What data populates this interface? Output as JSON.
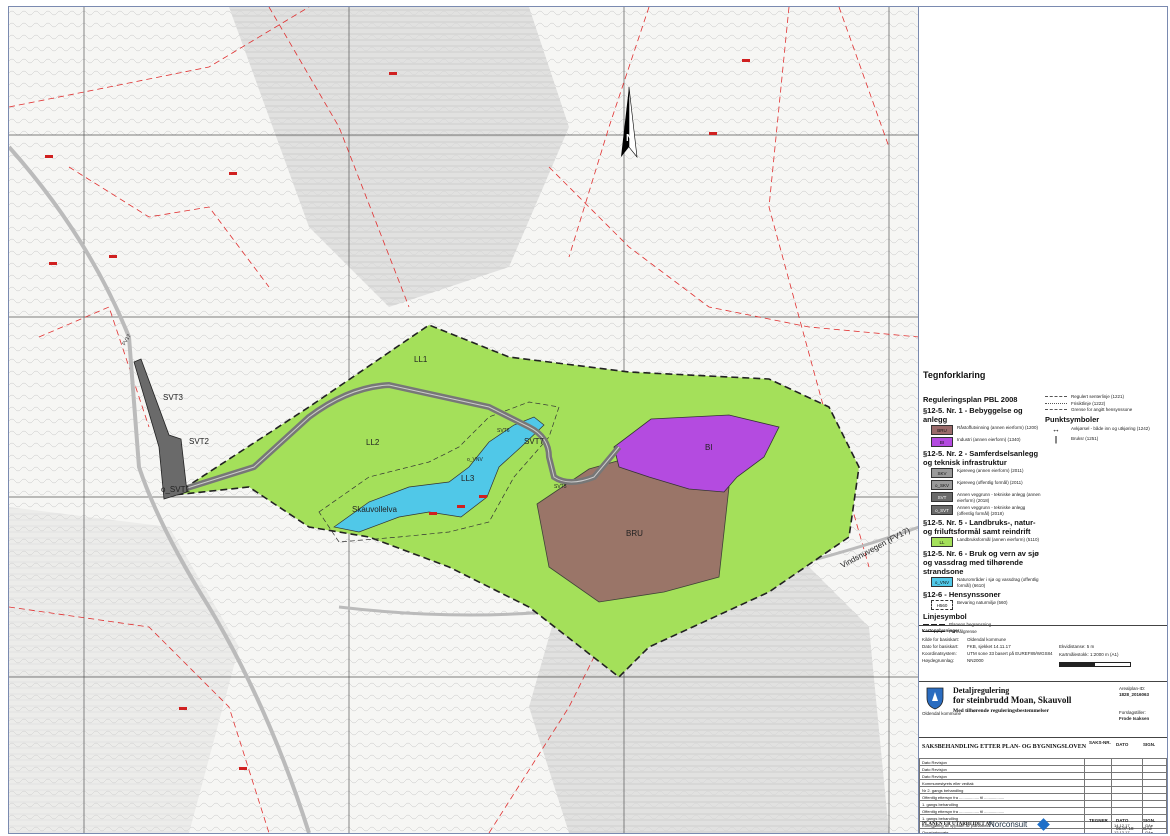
{
  "map": {
    "north_label": "N",
    "zone_labels": {
      "ll1": "LL1",
      "ll2": "LL2",
      "ll3": "LL3",
      "svt3": "SVT3",
      "svt2": "SVT2",
      "o_svt1": "o_SVT1",
      "svt7": "SVT7",
      "svt6": "SVT6",
      "svt5": "SVT5",
      "bi": "BI",
      "bru": "BRU",
      "o_vnv": "o_VNV",
      "river": "Skauvollelva",
      "road": "Vindsnuvegen (FV17)",
      "fv": "FV17"
    },
    "colors": {
      "ll": "#a4e05a",
      "bi": "#b44be0",
      "bru": "#9a6a6a",
      "vnv": "#50c8e8",
      "road": "#808080"
    }
  },
  "legend": {
    "title": "Tegnforklaring",
    "plan_title": "Reguleringsplan PBL 2008",
    "sec1": "§12-5. Nr. 1 - Bebyggelse og anlegg",
    "bru_code": "BRU",
    "bru_text": "Råstoffutvinning (annen eierform) (1200)",
    "bi_code": "BI",
    "bi_text": "Industri (annen eierform) (1340)",
    "sec2": "§12-5. Nr. 2 - Samferdselsanlegg og teknisk infrastruktur",
    "skv_code": "SKV",
    "skv_text": "Kjøreveg (annen eierform) (2011)",
    "oskv_code": "o_SKV",
    "oskv_text": "Kjøreveg (offentlig formål) (2011)",
    "svt_code": "SVT",
    "svt_text": "Annen veggrunn - tekniske anlegg (annen eierform) (2018)",
    "osvt_code": "o_SVT",
    "osvt_text": "Annen veggrunn - tekniske anlegg (offentlig formål) (2018)",
    "sec3": "§12-5. Nr. 5 - Landbruks-, natur- og friluftsformål samt reindrift",
    "ll_code": "LL",
    "ll_text": "Landbruksformål (annen eierform) (5110)",
    "sec4": "§12-5. Nr. 6 - Bruk og vern av sjø og vassdrag med tilhørende strandsone",
    "ovnv_code": "o_VNV",
    "ovnv_text": "Naturområder i sjø og vassdrag (offentlig formål) (6610)",
    "sec5": "§12-6 - Hensynssoner",
    "h560_code": "H560",
    "h560_text": "Bevaring naturmiljø (560)",
    "line_title": "Linjesymbol",
    "line1": "Planens begrensning",
    "line2": "Formålgrense",
    "r1": "Regulert senterlinje (1221)",
    "r2": "Frisiktlinje (1222)",
    "r3": "Grense for angitt hensynssone",
    "point_title": "Punktsymboler",
    "p1": "Avkjørsel - både inn og utkjøring (1242)",
    "p2": "Bruksr (1251)"
  },
  "kart": {
    "title": "Kartopplysninger",
    "k1a": "Kilde for basiskart:",
    "k1b": "Oldendal kommune",
    "k2a": "Dato for basiskart:",
    "k2b": "FKB, sjekket 14.11.17",
    "k3a": "Koordinatsystem:",
    "k3b": "UTM sone 33 basert på EUREF89/WGS84",
    "k4a": "Høydegrunnlag:",
    "k4b": "NN2000",
    "ekv": "Ekvidistanse:   5 m",
    "scale": "Kartmålestokk:  1:2000 m (A1)"
  },
  "title_block": {
    "name1": "Detaljregulering",
    "name2": "for steinbrudd Moan, Skauvoll",
    "sub": "Med tilhørende reguleringsbestemmelser",
    "kommune": "Oldendal kommune",
    "arkiv_label": "Arealplan-ID:",
    "arkiv_val": "1828_2016063",
    "plan_label": "Forslagstiller:",
    "plan_val": "Frode Isaksen"
  },
  "sak": {
    "header": "SAKSBEHANDLING ETTER PLAN- OG BYGNINGSLOVEN",
    "c1": "SAKS-NR.",
    "c2": "DATO",
    "c3": "SIGN.",
    "rows": [
      "Dato  Revisjon",
      "Dato  Revisjon",
      "Dato  Revisjon",
      "Kommunestyrets eller vedtak",
      "Nr 2. gangs behandling",
      "Offentlig ettersyn fra .................. til ..................",
      "1. gangs behandling",
      "Offentlig ettersyn fra .................. til ..................",
      "1. gangs behandling",
      "Kunngjøring av oppstart av planarbeid",
      "Oppstartsmøte"
    ],
    "d1": "14.12.17",
    "d2": "12.12.17",
    "s1": "GAe",
    "s2": "GAe",
    "produced": "PLANEN ER UTARBEIDET AV:",
    "company": "Norconsult",
    "tegn": "TEGNER",
    "dato": "DATO",
    "sign": "SIGN.",
    "d3": "05.07.18",
    "s3": "GAe"
  }
}
